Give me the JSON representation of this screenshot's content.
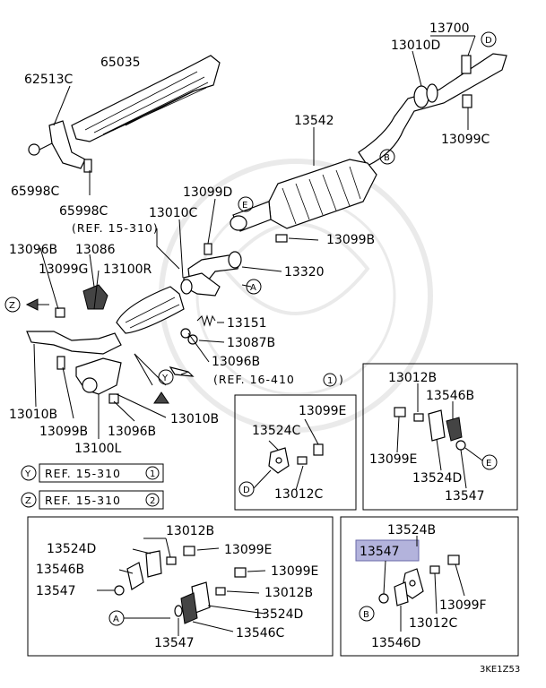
{
  "diagram_id": "3KE1Z53",
  "callouts": {
    "c13700": "13700",
    "c13010D": "13010D",
    "c65035": "65035",
    "c62513C": "62513C",
    "c13542": "13542",
    "c13099C": "13099C",
    "c65998C_a": "65998C",
    "c65998C_b": "65998C",
    "c13099D": "13099D",
    "c13010C": "13010C",
    "ref_15_310": "(REF. 15-310)",
    "c13099B_top": "13099B",
    "c13096B": "13096B",
    "c13086": "13086",
    "c13099G": "13099G",
    "c13100R": "13100R",
    "c13320": "13320",
    "c13151": "13151",
    "c13087B": "13087B",
    "c13096B_b": "13096B",
    "ref_16_410": "(REF. 16-410",
    "ref_16_410_num": "1",
    "c13010B_left": "13010B",
    "c13099B_left": "13099B",
    "c13096B_c": "13096B",
    "c13010B_right": "13010B",
    "c13100L": "13100L",
    "ref_y_text": "REF. 15-310",
    "ref_y_num": "1",
    "ref_z_text": "REF. 15-310",
    "ref_z_num": "2"
  },
  "markers": {
    "A": "A",
    "B": "B",
    "D": "D",
    "E": "E",
    "Y": "Y",
    "Z": "Z"
  },
  "box_mid": {
    "c13099E": "13099E",
    "c13524C": "13524C",
    "c13012C": "13012C"
  },
  "box_right": {
    "c13012B": "13012B",
    "c13546B": "13546B",
    "c13099E": "13099E",
    "c13524D": "13524D",
    "c13547": "13547"
  },
  "box_bottom_left": {
    "c13012B": "13012B",
    "c13524D": "13524D",
    "c13099E_a": "13099E",
    "c13546B": "13546B",
    "c13099E_b": "13099E",
    "c13547_a": "13547",
    "c13012B_b": "13012B",
    "c13524D_b": "13524D",
    "c13547_b": "13547",
    "c13546C": "13546C"
  },
  "box_bottom_right": {
    "c13524B": "13524B",
    "c13547_highlight": "13547",
    "c13099F": "13099F",
    "c13012C": "13012C",
    "c13546D": "13546D"
  }
}
